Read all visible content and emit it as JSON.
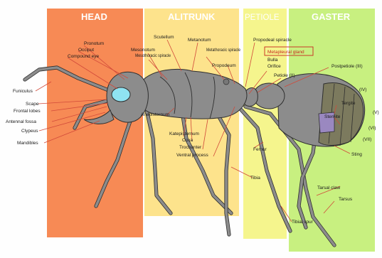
{
  "sections": {
    "head": {
      "title": "HEAD",
      "color": "#f78a55"
    },
    "alitrunk": {
      "title": "ALITRUNK",
      "color": "#fde38c"
    },
    "petiole": {
      "title": "PETIOLE",
      "color": "#f5f58d"
    },
    "gaster": {
      "title": "GASTER",
      "color": "#c8f080"
    }
  },
  "labels": {
    "funiculus": "Funiculus",
    "scape": "Scape",
    "frontal_lobes": "Frontal lobes",
    "antennal_fossa": "Antennal fossa",
    "clypeus": "Clypeus",
    "mandibles": "Mandibles",
    "pronotum": "Pronotum",
    "occiput": "Occiput",
    "compound_eye": "Compound eye",
    "mesonotum": "Mesonotum",
    "mesothoracic_spiracle": "Mesothoracic spiracle",
    "scutellum": "Scutellum",
    "metanotum": "Metanotum",
    "metathoracic_spiracle": "Metathoracic spiracle",
    "propodeum": "Propodeum",
    "anepisternum": "Anepisternum",
    "katepisternum": "Katepisternum",
    "coxa": "Coxa",
    "trochanter": "Trochanter",
    "ventral_process": "Ventral process",
    "propodeal_spiracle": "Propodeal spiracle",
    "metapleural_gland": "Metapleural gland",
    "bulla": "Bulla",
    "orifice": "Orifice",
    "petiole_ii": "Petiole (II)",
    "postpetiole_iii": "Postpetiole (III)",
    "femur": "Femur",
    "tibia": "Tibia",
    "tibial_spur": "Tibial spur",
    "tergite": "Tergite",
    "sternite": "Sternite",
    "seg_iv": "(IV)",
    "seg_v": "(V)",
    "seg_vi": "(VI)",
    "seg_vii": "(VII)",
    "sting": "Sting",
    "tarsal_claw": "Tarsal claw",
    "tarsus": "Tarsus"
  }
}
